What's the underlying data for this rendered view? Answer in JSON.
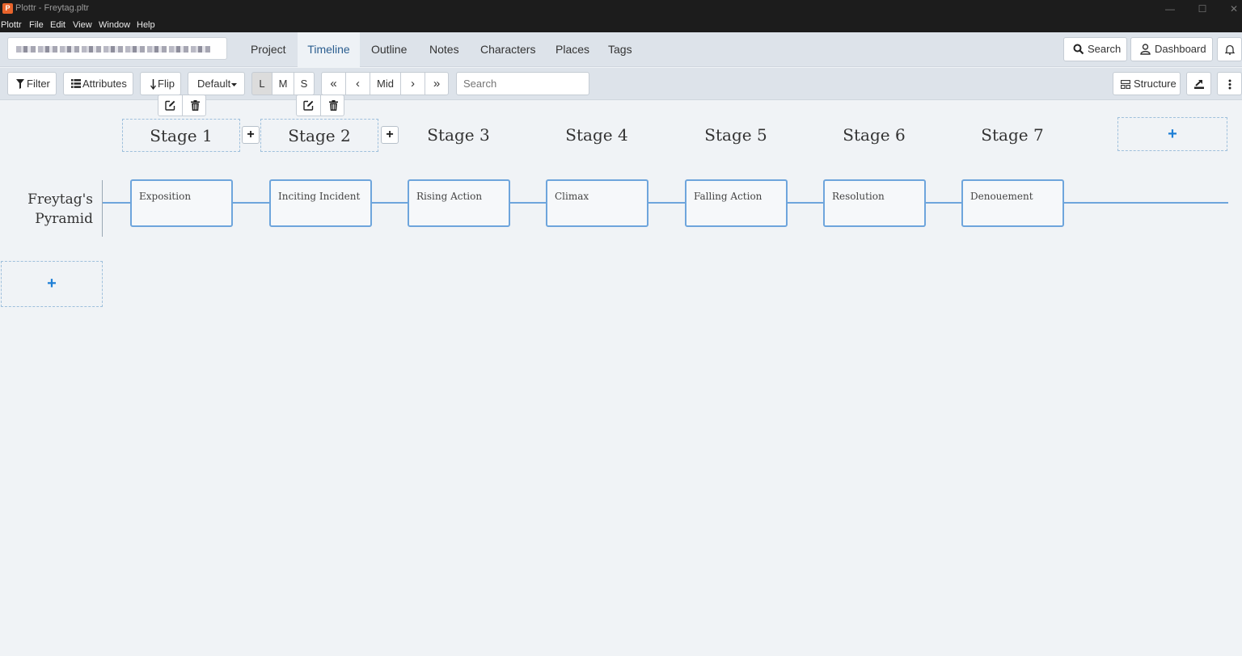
{
  "window": {
    "title": "Plottr - Freytag.pltr",
    "app_icon": "P",
    "minimize": "—",
    "maximize": "☐",
    "close": "✕"
  },
  "menu": [
    "Plottr",
    "File",
    "Edit",
    "View",
    "Window",
    "Help"
  ],
  "nav": {
    "tabs": [
      "Project",
      "Timeline",
      "Outline",
      "Notes",
      "Characters",
      "Places",
      "Tags"
    ],
    "active_tab": "Timeline",
    "search_label": "Search",
    "dashboard_label": "Dashboard"
  },
  "toolbar": {
    "filter": "Filter",
    "attributes": "Attributes",
    "flip": "Flip",
    "default": "Default",
    "size_l": "L",
    "size_m": "M",
    "size_s": "S",
    "first": "«",
    "prev": "‹",
    "mid": "Mid",
    "next": "›",
    "last": "»",
    "search_placeholder": "Search",
    "structure": "Structure"
  },
  "stages": [
    "Stage 1",
    "Stage 2",
    "Stage 3",
    "Stage 4",
    "Stage 5",
    "Stage 6",
    "Stage 7"
  ],
  "line": {
    "title_line1": "Freytag's",
    "title_line2": "Pyramid",
    "cards": [
      "Exposition",
      "Inciting Incident",
      "Rising Action",
      "Climax",
      "Falling Action",
      "Resolution",
      "Denouement"
    ]
  },
  "add_glyph": "+",
  "colors": {
    "accent": "#6ea5dc",
    "active_tab_text": "#2a5d8f",
    "add_icon": "#1e7fd6"
  }
}
